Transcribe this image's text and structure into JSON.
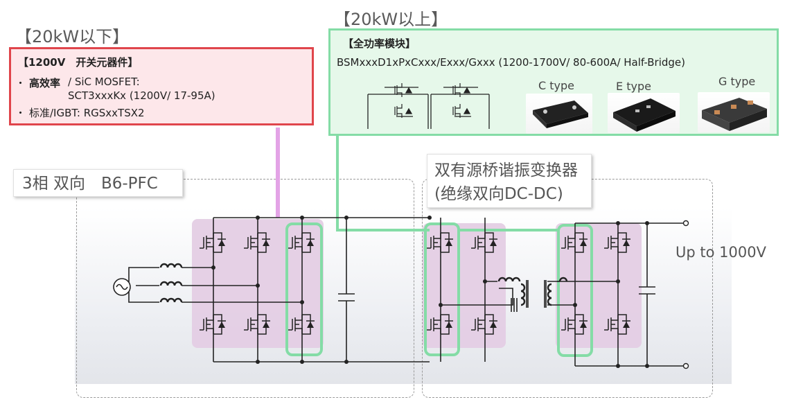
{
  "heading_left": "【20kW以下】",
  "heading_right": "【20kW以上】",
  "red_box": {
    "title": "【1200V　开关元器件】",
    "line1_bold": "高效率",
    "line1_rest": "/ SiC MOSFET:",
    "line2": "SCT3xxxKx (1200V/ 17-95A)",
    "line3": "标准/IGBT: RGSxxTSX2",
    "bullet": "・"
  },
  "green_box": {
    "title": "【全功率模块】",
    "line1": "BSMxxxD1xPxCxxx/Exxx/Gxxx (1200-1700V/ 80-600A/ Half-Bridge)",
    "modules": [
      {
        "label": "C type"
      },
      {
        "label": "E type"
      },
      {
        "label": "G type"
      }
    ]
  },
  "section_pfc": "3相 双向　B6-PFC",
  "section_dab_line1": "双有源桥谐振变换器",
  "section_dab_line2": "(绝缘双向DC-DC)",
  "output_label": "Up to 1000V",
  "colors": {
    "red_border": "#e0454b",
    "red_fill": "#fde7ea",
    "green_border": "#84dca6",
    "green_fill": "#e6f8ea",
    "purple_fill": "#e4cde4",
    "pink_connector": "#e3a3e6",
    "circuit_line": "#222222"
  }
}
